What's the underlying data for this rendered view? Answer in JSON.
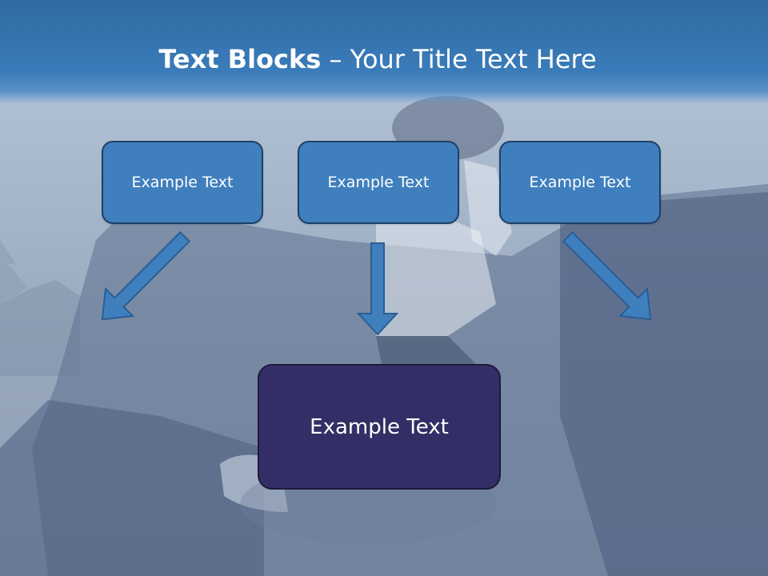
{
  "title": {
    "bold": "Text Blocks",
    "separator": " – ",
    "rest": "Your Title Text Here"
  },
  "boxes": {
    "left": "Example Text",
    "center": "Example Text",
    "right": "Example Text",
    "bottom": "Example Text"
  },
  "colors": {
    "header": "#3a7cba",
    "small_box_fill": "#3f7fbe",
    "small_box_border": "#1f3f66",
    "big_box_fill": "#332f66",
    "arrow": "#3f7fbe",
    "title_text": "#ffffff"
  },
  "icons": [
    "arrow-down-right-icon",
    "arrow-down-icon",
    "arrow-down-left-icon"
  ]
}
